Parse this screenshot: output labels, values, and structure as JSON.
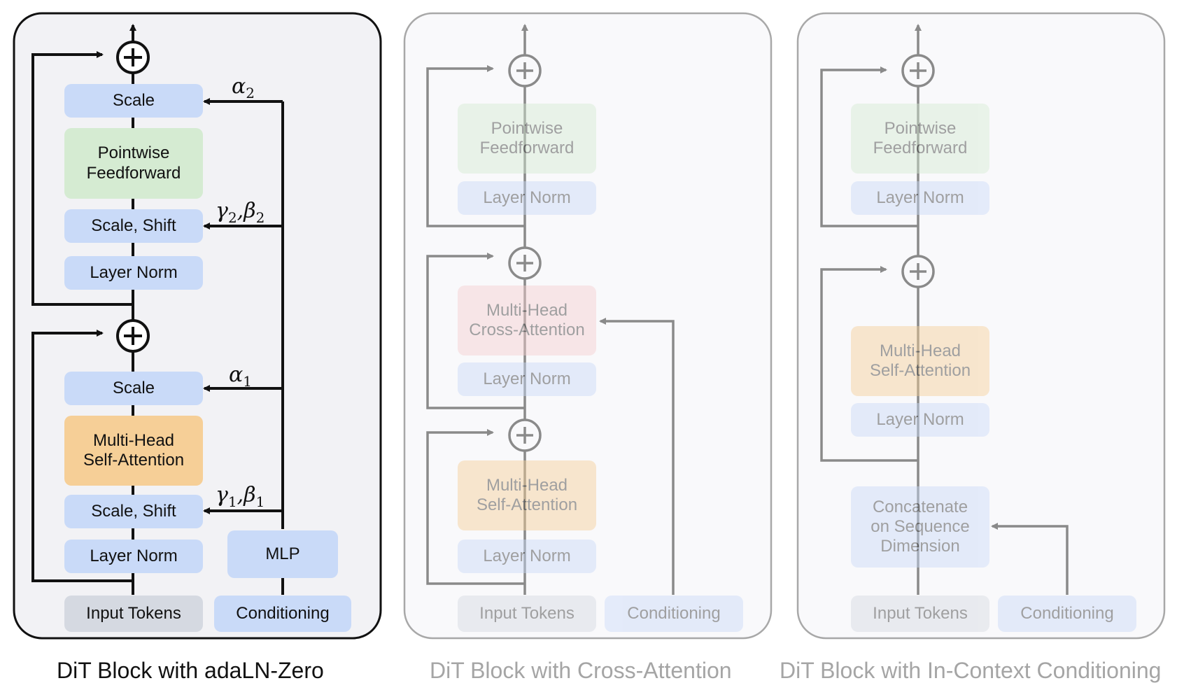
{
  "panels": [
    {
      "title": "DiT Block with adaLN-Zero",
      "boxes": {
        "scale_top": "Scale",
        "ffn": "Pointwise\nFeedforward",
        "scale_shift_top": "Scale, Shift",
        "layer_norm_top": "Layer Norm",
        "scale_bottom": "Scale",
        "self_attention": "Multi-Head\nSelf-Attention",
        "scale_shift_bottom": "Scale, Shift",
        "layer_norm_bottom": "Layer Norm",
        "mlp": "MLP",
        "input_tokens": "Input Tokens",
        "conditioning": "Conditioning"
      },
      "params": {
        "alpha2": {
          "sym": "α",
          "sub": "2"
        },
        "gamma2_beta2": {
          "sym": "γ",
          "sub": "2",
          "sym2": "β",
          "sub2": "2"
        },
        "alpha1": {
          "sym": "α",
          "sub": "1"
        },
        "gamma1_beta1": {
          "sym": "γ",
          "sub": "1",
          "sym2": "β",
          "sub2": "1"
        }
      }
    },
    {
      "title": "DiT Block with Cross-Attention",
      "boxes": {
        "ffn": "Pointwise\nFeedforward",
        "layer_norm_1": "Layer Norm",
        "cross_attention": "Multi-Head\nCross-Attention",
        "layer_norm_2": "Layer Norm",
        "self_attention": "Multi-Head\nSelf-Attention",
        "layer_norm_3": "Layer Norm",
        "input_tokens": "Input Tokens",
        "conditioning": "Conditioning"
      }
    },
    {
      "title": "DiT Block with In-Context Conditioning",
      "boxes": {
        "ffn": "Pointwise\nFeedforward",
        "layer_norm_1": "Layer Norm",
        "self_attention": "Multi-Head\nSelf-Attention",
        "layer_norm_2": "Layer Norm",
        "concat": "Concatenate\non Sequence\nDimension",
        "input_tokens": "Input Tokens",
        "conditioning": "Conditioning"
      }
    }
  ],
  "colors": {
    "panel1_bg": "#f2f2f5",
    "panel_faint_bg": "#f9f9fb",
    "box_blue": "#c9daf8",
    "box_green": "#d5ebd2",
    "box_orange": "#f6cf97",
    "box_red": "#f6cfcf",
    "box_gray": "#d5d9e1"
  }
}
